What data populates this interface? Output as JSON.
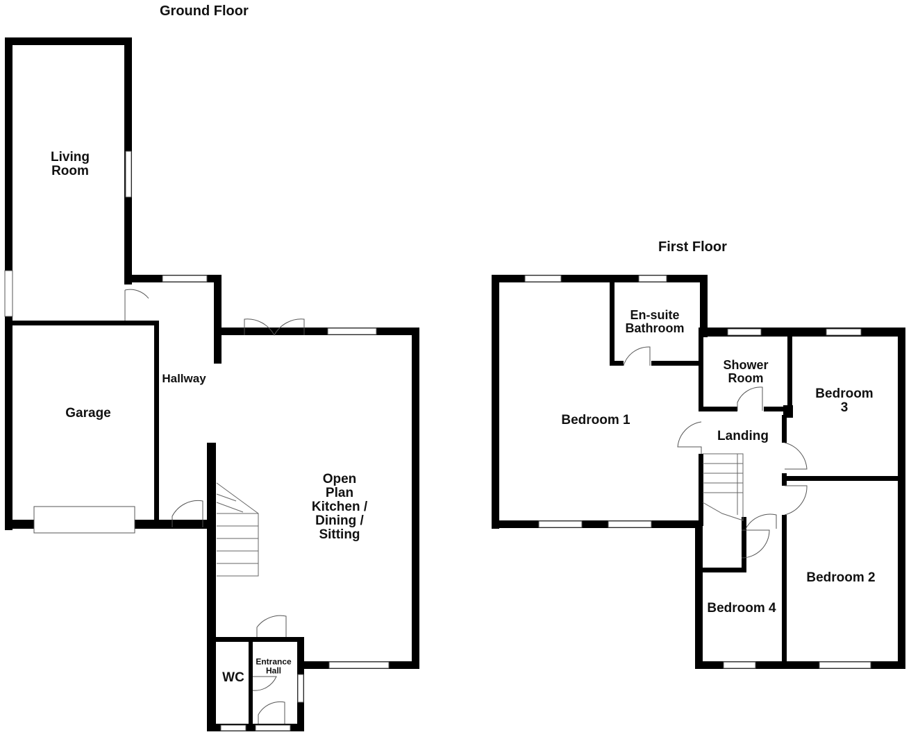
{
  "floors": {
    "ground": {
      "title": "Ground Floor",
      "rooms": {
        "living_room": "Living\nRoom",
        "garage": "Garage",
        "hallway": "Hallway",
        "open_plan": "Open\nPlan\nKitchen /\nDining /\nSitting",
        "entrance_hall": "Entrance\nHall",
        "wc": "WC"
      }
    },
    "first": {
      "title": "First Floor",
      "rooms": {
        "bedroom_1": "Bedroom 1",
        "ensuite": "En-suite\nBathroom",
        "shower_room": "Shower\nRoom",
        "bedroom_3": "Bedroom 3",
        "landing": "Landing",
        "bedroom_2": "Bedroom 2",
        "bedroom_4": "Bedroom 4"
      }
    }
  },
  "colors": {
    "wall": "#000000",
    "window": "#ffffff",
    "fixture_stroke": "#555555"
  }
}
